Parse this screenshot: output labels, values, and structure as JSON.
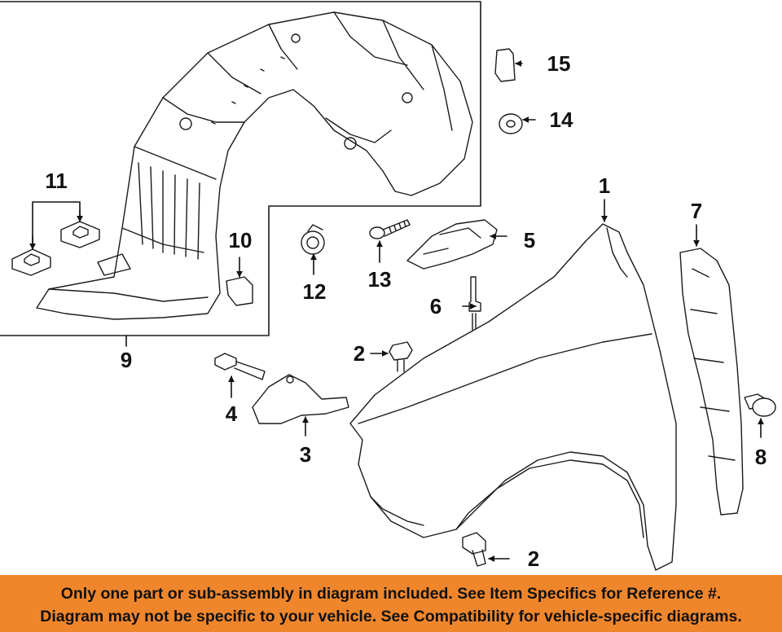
{
  "callouts": {
    "c1": "1",
    "c2a": "2",
    "c2b": "2",
    "c3": "3",
    "c4": "4",
    "c5": "5",
    "c6": "6",
    "c7": "7",
    "c8": "8",
    "c9": "9",
    "c10": "10",
    "c11": "11",
    "c12": "12",
    "c13": "13",
    "c14": "14",
    "c15": "15"
  },
  "disclaimer": {
    "line1": "Only one part or sub-assembly in diagram included. See Item Specifics for Reference #.",
    "line2": "Diagram may not be specific to your vehicle. See Compatibility for vehicle-specific diagrams."
  },
  "colors": {
    "banner": "#f0862c",
    "line": "#1a1a1a"
  }
}
